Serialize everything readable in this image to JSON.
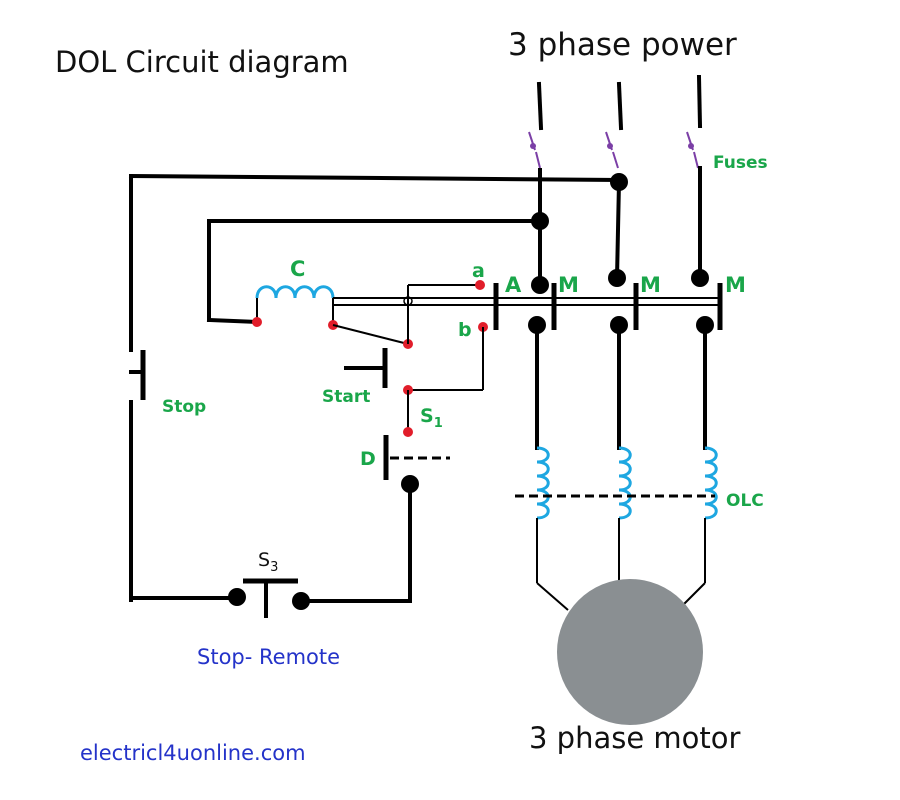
{
  "title": "DOL Circuit diagram",
  "power_label": "3 phase power",
  "fuses_label": "Fuses",
  "coil_label": "C",
  "contact_a": "a",
  "contact_b": "b",
  "aux_label": "A",
  "main_contact_label": "M",
  "stop_label": "Stop",
  "start_label": "Start",
  "s1_label": "S",
  "s1_sub": "1",
  "d_label": "D",
  "s3_label": "S",
  "s3_sub": "3",
  "remote_label": "Stop- Remote",
  "olc_label": "OLC",
  "motor_label": "3 phase motor",
  "website": "electricl4uonline.com",
  "colors": {
    "green_text": "#1aa64a",
    "blue_text": "#2433c9",
    "coil": "#1ea7e1",
    "contact_dot": "#e11d2a",
    "motor": "#8a8f92",
    "fuse": "#7b3fa6"
  }
}
